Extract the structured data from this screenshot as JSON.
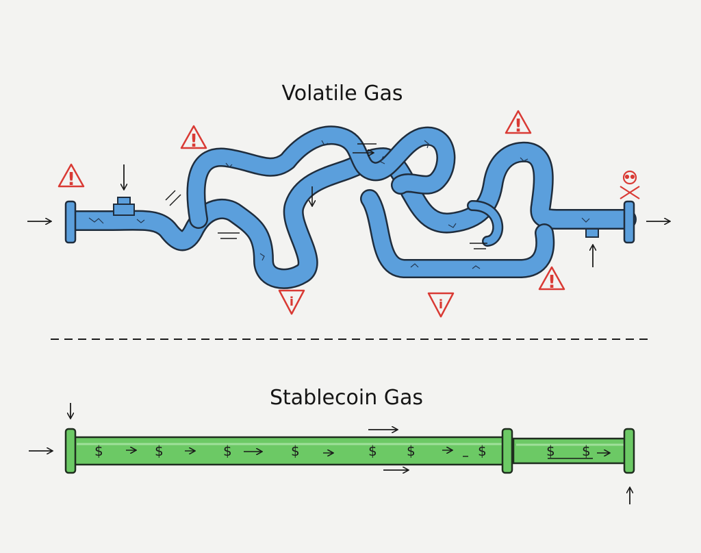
{
  "volatile": {
    "title": "Volatile Gas",
    "pipe_color": "#5b9fdc",
    "pipe_shade": "#3a78b8",
    "warning_color": "#d93a34",
    "warning_icon": "warning-triangle-icon",
    "danger_icon": "skull-crossbones-icon"
  },
  "stablecoin": {
    "title": "Stablecoin Gas",
    "pipe_color": "#6cc965",
    "pipe_shade": "#3f9a3c",
    "symbol": "$"
  },
  "divider": {
    "style": "dashed"
  },
  "ink_color": "#1a1a1a"
}
